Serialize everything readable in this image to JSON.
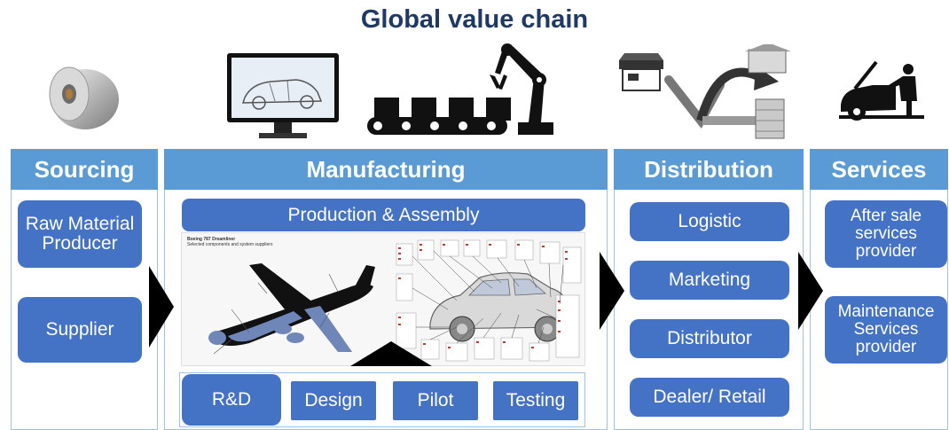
{
  "title": "Global value chain",
  "colors": {
    "header": "#5b9bd5",
    "pill": "#4472c4",
    "title": "#1f3864"
  },
  "icons": [
    "steel-coil-icon",
    "computer-car-design-icon",
    "assembly-robot-icon",
    "store-distribution-icon",
    "car-mechanic-icon"
  ],
  "sourcing": {
    "header": "Sourcing",
    "items": [
      "Raw Material Producer",
      "Supplier"
    ]
  },
  "manufacturing": {
    "header": "Manufacturing",
    "production": "Production & Assembly",
    "figure_caption": "Boeing 787 Dreamliner",
    "figure_subcaption": "Selected components and system suppliers",
    "rd": "R&D",
    "rd_items": [
      "Design",
      "Pilot",
      "Testing"
    ]
  },
  "distribution": {
    "header": "Distribution",
    "items": [
      "Logistic",
      "Marketing",
      "Distributor",
      "Dealer/ Retail"
    ]
  },
  "services": {
    "header": "Services",
    "items": [
      "After sale services provider",
      "Maintenance Services provider"
    ]
  }
}
